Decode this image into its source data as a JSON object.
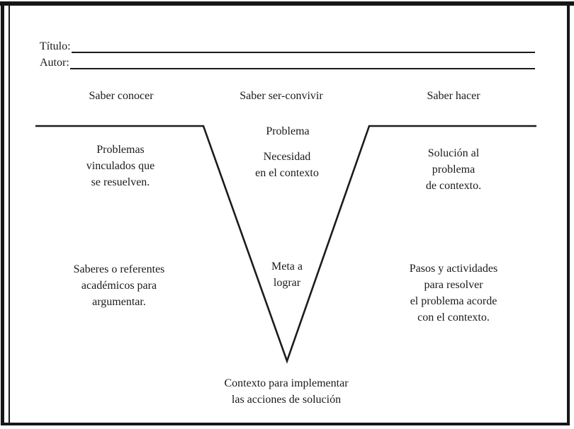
{
  "colors": {
    "ink": "#1a1a1a",
    "line": "#1c1c1c",
    "background": "#ffffff"
  },
  "form": {
    "title_label": "Título:",
    "author_label": "Autor:",
    "title_value": "",
    "author_value": ""
  },
  "headers": {
    "left": "Saber conocer",
    "center": "Saber ser-convivir",
    "right": "Saber hacer"
  },
  "left_column": {
    "problems": "Problemas\nvinculados que\nse resuelven.",
    "knowledge": "Saberes o referentes\nacadémicos para\nargumentar."
  },
  "center_column": {
    "problem": "Problema",
    "need": "Necesidad\nen el contexto",
    "goal": "Meta a\nlograr",
    "context": "Contexto para implementar\nlas acciones de solución"
  },
  "right_column": {
    "solution": "Solución al\nproblema\nde contexto.",
    "steps": "Pasos y actividades\npara resolver\nel problema acorde\ncon el contexto."
  }
}
